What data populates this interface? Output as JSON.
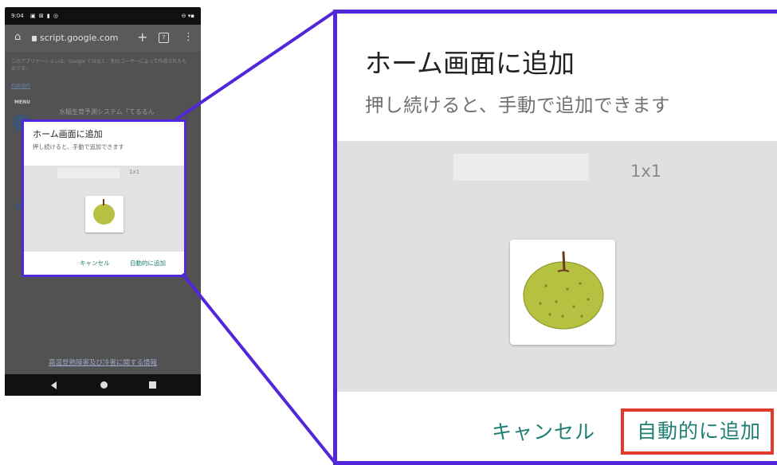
{
  "phone": {
    "status": {
      "time": "9:04",
      "left_icons": "▣ ⊠ ▮ ◎",
      "right_icons": "⊖ ▾▪"
    },
    "address_bar": {
      "url": "script.google.com",
      "tabs_count": "7"
    },
    "page": {
      "note": "このアプリケーションは、Google ではなく、別のユーザーによって作成されたものです。",
      "link1": "利用規約",
      "menu_label": "MENU",
      "title_snippet": "水稲生育予測システム「てるるん",
      "footer_link": "高温登熟障害及び冷害に関する情報"
    },
    "dialog": {
      "title": "ホーム画面に追加",
      "subtitle": "押し続けると、手動で追加できます",
      "size": "1x1",
      "cancel": "キャンセル",
      "add": "自動的に追加"
    }
  },
  "zoom": {
    "title": "ホーム画面に追加",
    "subtitle": "押し続けると、手動で追加できます",
    "size": "1x1",
    "cancel": "キャンセル",
    "add": "自動的に追加"
  },
  "colors": {
    "highlight_border": "#5227d9",
    "add_button_highlight": "#e23a2c",
    "button_text": "#1f7f73",
    "pear": "#b6c141"
  }
}
